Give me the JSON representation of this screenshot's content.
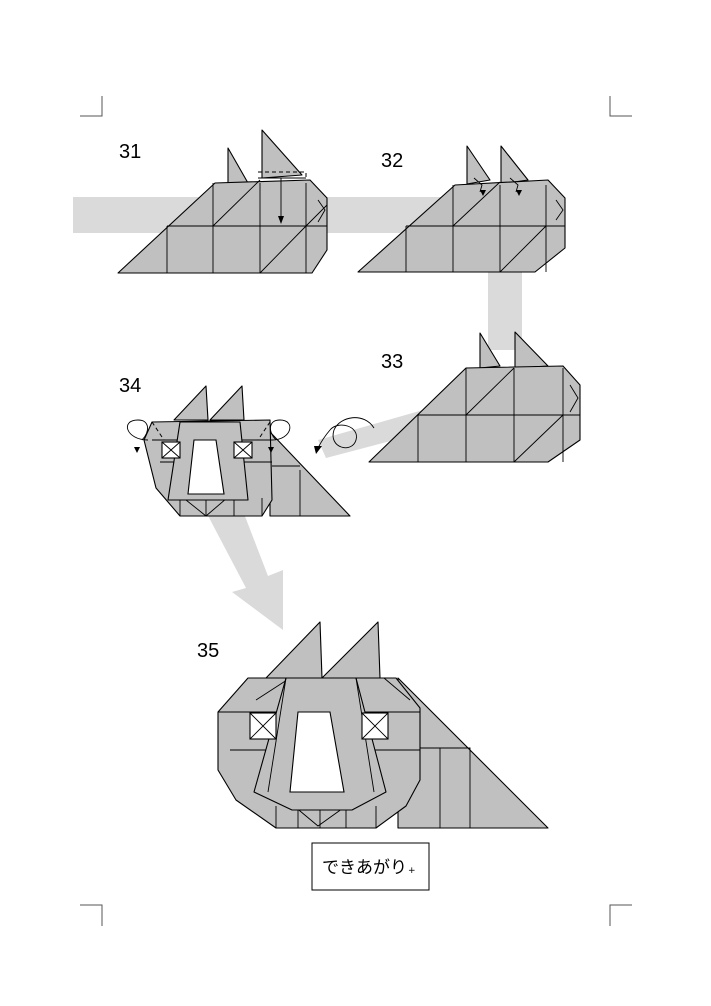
{
  "steps": [
    "31",
    "32",
    "33",
    "34",
    "35"
  ],
  "finish_label": "できあがり",
  "finish_mark": "+"
}
